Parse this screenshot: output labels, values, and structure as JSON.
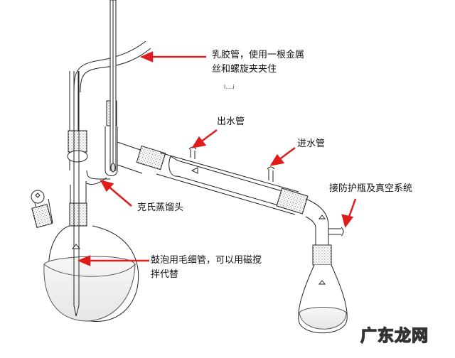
{
  "diagram": {
    "title": "Vacuum distillation apparatus",
    "labels": {
      "rubber_tube_line1": "乳胶管，使用一根金属",
      "rubber_tube_line2": "丝和螺旋夹夹住",
      "small_mark": "l....i",
      "water_outlet": "出水管",
      "water_inlet": "进水管",
      "vacuum_connection": "接防护瓶及真空系统",
      "claisen_head": "克氏蒸馏头",
      "capillary_line1": "鼓泡用毛细管，可以用磁搅",
      "capillary_line2": "拌代替"
    },
    "watermark": "广东龙网",
    "colors": {
      "arrow": "#e01b1b",
      "line": "#222222",
      "liquid": "#eeeeee",
      "joint": "#777777"
    }
  }
}
